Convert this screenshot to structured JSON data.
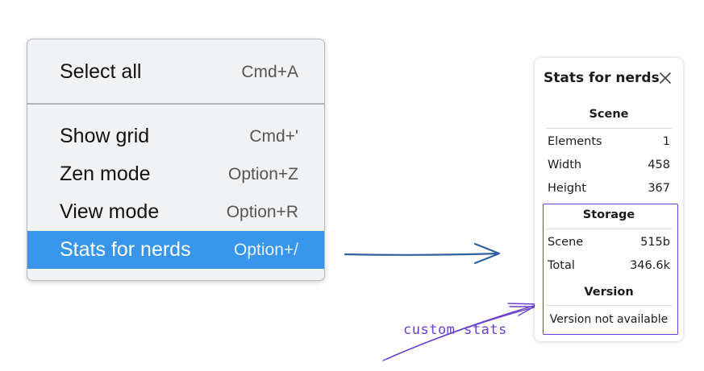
{
  "menu": {
    "items": [
      {
        "label": "Select all",
        "shortcut": "Cmd+A"
      },
      {
        "label": "Show grid",
        "shortcut": "Cmd+'"
      },
      {
        "label": "Zen mode",
        "shortcut": "Option+Z"
      },
      {
        "label": "View mode",
        "shortcut": "Option+R"
      },
      {
        "label": "Stats for nerds",
        "shortcut": "Option+/",
        "active": true
      }
    ]
  },
  "stats_panel": {
    "title": "Stats for nerds",
    "close_icon": "close-icon",
    "scene": {
      "heading": "Scene",
      "rows": [
        {
          "label": "Elements",
          "value": "1"
        },
        {
          "label": "Width",
          "value": "458"
        },
        {
          "label": "Height",
          "value": "367"
        }
      ]
    },
    "storage": {
      "heading": "Storage",
      "rows": [
        {
          "label": "Scene",
          "value": "515b"
        },
        {
          "label": "Total",
          "value": "346.6k"
        }
      ]
    },
    "version": {
      "heading": "Version",
      "text": "Version not available"
    }
  },
  "annotation": {
    "text": "custom stats",
    "color": "#6a3fd0"
  },
  "colors": {
    "menu_highlight": "#3796eb",
    "arrow": "#2f5f9f",
    "annotation": "#6a3fd0"
  }
}
